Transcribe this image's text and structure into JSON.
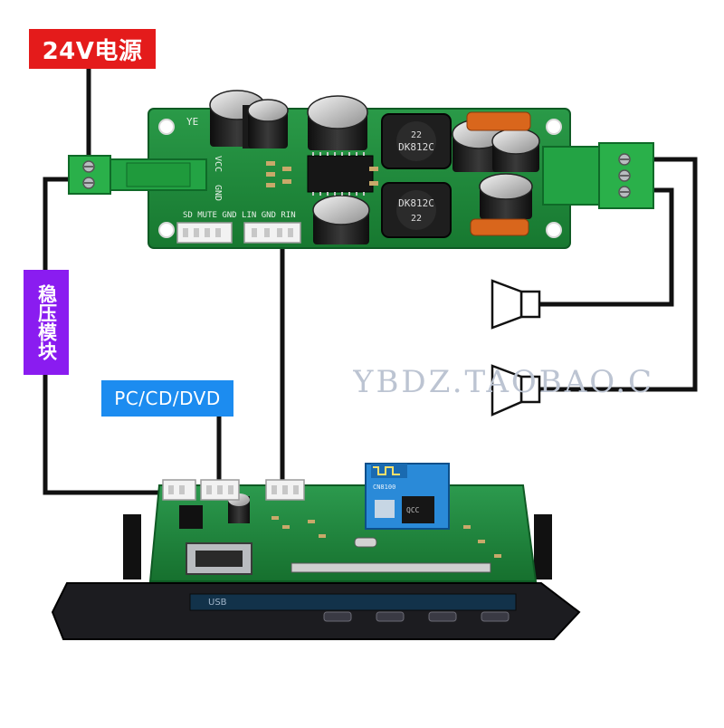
{
  "labels": {
    "power": "24V电源",
    "regulator": "稳压模块",
    "source": "PC/CD/DVD"
  },
  "watermark": "YBDZ.TAOBAO.C",
  "silkscreen": {
    "amp_corner": "YE",
    "amp_vcc": "VCC",
    "amp_gnd": "GND",
    "amp_header_row": "SD MUTE GND LIN GND RIN",
    "chip_marking_upper": "22\nDK812C",
    "chip_marking_lower": "DK812C\n22",
    "bt_chip": "QCC",
    "bt_module_text": "CN8100",
    "player_usb": "USB"
  },
  "colors": {
    "pcb_green": "#1f8a3c",
    "player_black": "#1c1c20",
    "power_label": "#e41b1b",
    "regulator_label": "#8a1cf0",
    "source_label": "#1c8cf0",
    "wire": "#111111"
  }
}
